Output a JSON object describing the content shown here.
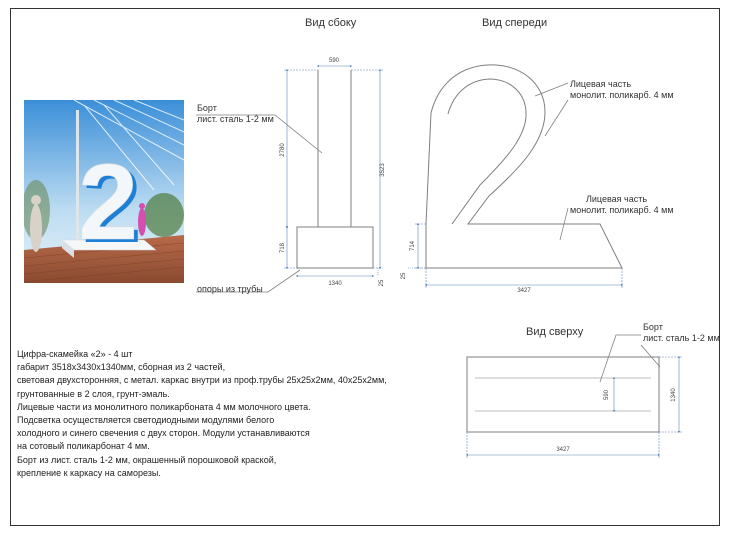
{
  "views": {
    "side": "Вид сбоку",
    "front": "Вид спереди",
    "top": "Вид сверху"
  },
  "labels": {
    "bort_side_1": "Борт",
    "bort_side_2": "лист. сталь 1-2 мм",
    "opory": "опоры из трубы",
    "face_top_1": "Лицевая часть",
    "face_top_2": "монолит. поликарб. 4 мм",
    "face_bottom_1": "Лицевая часть",
    "face_bottom_2": "монолит. поликарб. 4 мм",
    "bort_top_1": "Борт",
    "bort_top_2": "лист. сталь 1-2 мм"
  },
  "dimensions": {
    "side_top_width": "590",
    "side_upper_height": "2780",
    "side_total_height": "3523",
    "side_base_height": "718",
    "side_base_width": "1340",
    "side_leg": "25",
    "front_base_height": "714",
    "front_leg": "25",
    "front_width": "3427",
    "plan_inner": "590",
    "plan_depth": "1340",
    "plan_width": "3427"
  },
  "description": [
    "Цифра-скамейка «2» - 4 шт",
    "габарит 3518х3430х1340мм, сборная из 2 частей,",
    "световая двухсторонняя, с метал. каркас внутри из проф.трубы 25х25х2мм, 40х25х2мм,",
    "грунтованные в 2 слоя, грунт-эмаль.",
    "Лицевые части из монолитного поликарбоната 4 мм молочного цвета.",
    "Подсветка осуществляется светодиодными модулями белого",
    "холодного и синего свечения с двух сторон. Модули устанавливаются",
    "на сотовый поликарбонат 4 мм.",
    "Борт из лист. сталь 1-2 мм, окрашенный порошковой краской,",
    "крепление к каркасу на саморезы."
  ],
  "photo": {
    "digit": "2"
  },
  "colors": {
    "line": "#7f7f7f",
    "dimension": "#5a86b8",
    "accent_blue": "#1e7fd6"
  }
}
